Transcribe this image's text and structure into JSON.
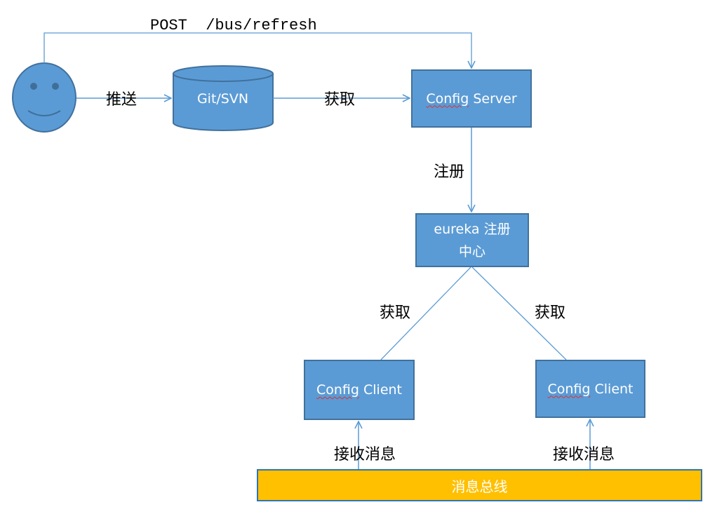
{
  "post_request": {
    "method": "POST",
    "path": "/bus/refresh"
  },
  "labels": {
    "push": "推送",
    "fetch_git": "获取",
    "register": "注册",
    "fetch_left": "获取",
    "fetch_right": "获取",
    "receive_left": "接收消息",
    "receive_right": "接收消息"
  },
  "repo": {
    "label": "Git/SVN"
  },
  "config_server": {
    "word1": "Config",
    "word2": "Server"
  },
  "eureka": {
    "line1": "eureka 注册",
    "line2": "中心"
  },
  "client_left": {
    "word1": "Config",
    "word2": "Client"
  },
  "client_right": {
    "word1": "Config",
    "word2": "Client"
  },
  "message_bus": {
    "label": "消息总线"
  },
  "colors": {
    "box_fill": "#5b9bd5",
    "box_border": "#41719c",
    "bus_fill": "#ffc000",
    "user_face": "#5b9bd5",
    "line": "#5b9bd5"
  }
}
